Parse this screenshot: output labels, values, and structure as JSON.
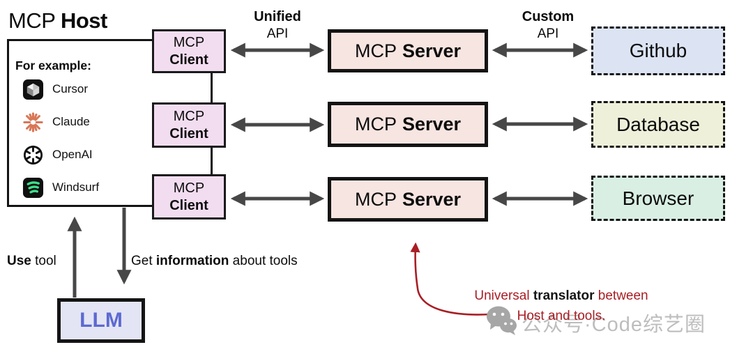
{
  "title": {
    "normal": "MCP",
    "bold": "Host"
  },
  "host": {
    "examples_label": "For example:",
    "examples": [
      {
        "name": "Cursor",
        "icon": "cursor-icon"
      },
      {
        "name": "Claude",
        "icon": "claude-icon"
      },
      {
        "name": "OpenAI",
        "icon": "openai-icon"
      },
      {
        "name": "Windsurf",
        "icon": "windsurf-icon"
      }
    ]
  },
  "clients": [
    {
      "line1": "MCP",
      "line2": "Client"
    },
    {
      "line1": "MCP",
      "line2": "Client"
    },
    {
      "line1": "MCP",
      "line2": "Client"
    }
  ],
  "servers": [
    {
      "normal": "MCP",
      "bold": "Server"
    },
    {
      "normal": "MCP",
      "bold": "Server"
    },
    {
      "normal": "MCP",
      "bold": "Server"
    }
  ],
  "tools": [
    {
      "label": "Github",
      "bg": "#dce4f3"
    },
    {
      "label": "Database",
      "bg": "#eef0da"
    },
    {
      "label": "Browser",
      "bg": "#d9efe4"
    }
  ],
  "api_labels": {
    "unified": {
      "bold": "Unified",
      "normal": "API"
    },
    "custom": {
      "bold": "Custom",
      "normal": "API"
    }
  },
  "llm": {
    "label": "LLM"
  },
  "flow_labels": {
    "use_tool": {
      "bold": "Use",
      "normal": " tool"
    },
    "get_info": {
      "pre": "Get ",
      "bold": "information",
      "post": " about tools"
    }
  },
  "annotation": {
    "line1_pre": "Universal ",
    "line1_bold": "translator",
    "line1_post": " between",
    "line2": "Host and tools."
  },
  "watermark": {
    "text": "公众号·Code综艺圈"
  },
  "colors": {
    "client_bg": "#f2ddf0",
    "server_bg": "#f7e5e1",
    "github_bg": "#dce4f3",
    "database_bg": "#eef0da",
    "browser_bg": "#d9efe4",
    "llm_bg": "#e3e5f5",
    "llm_text": "#5d6ad0",
    "arrow_gray": "#474747",
    "annotation_red": "#a81e24",
    "claude_coral": "#d97757",
    "windsurf_green": "#3ce18c",
    "watermark_gray": "#bdbdbd",
    "border_black": "#141414"
  }
}
